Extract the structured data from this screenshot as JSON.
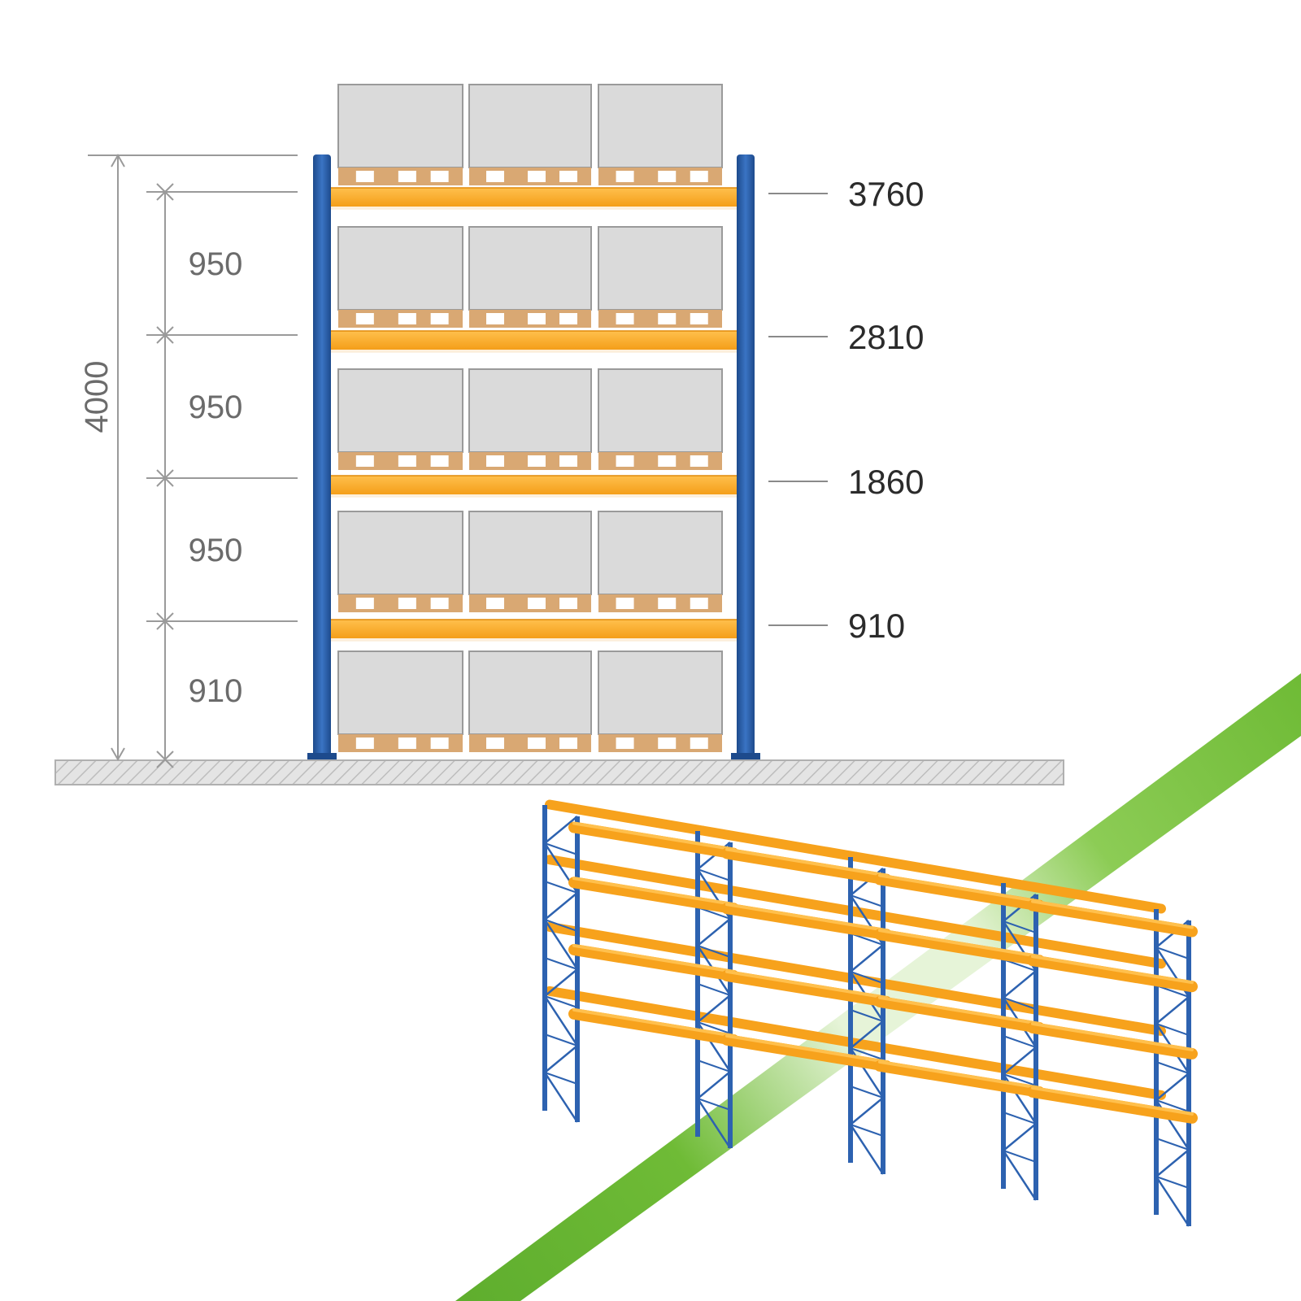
{
  "colors": {
    "upright": "#2d62b0",
    "upright_dark": "#1d4a8c",
    "beam": "#f7a21c",
    "beam_light": "#ffc04d",
    "box": "#dadada",
    "box_edge": "#9a9a9a",
    "pallet": "#d9a873",
    "pallet_gap": "#ffffff",
    "dimension_line": "#9a9a9a",
    "floor": "#dedede",
    "accent_stripe": "#7cc242"
  },
  "elevation": {
    "total_height": "4000",
    "level_spacings": [
      "950",
      "950",
      "950",
      "910"
    ],
    "beam_levels": [
      "3760",
      "2810",
      "1860",
      "910"
    ],
    "pallet_rows": 5,
    "pallets_per_row": 3
  },
  "isometric": {
    "frames": 5,
    "beam_levels": 4
  }
}
